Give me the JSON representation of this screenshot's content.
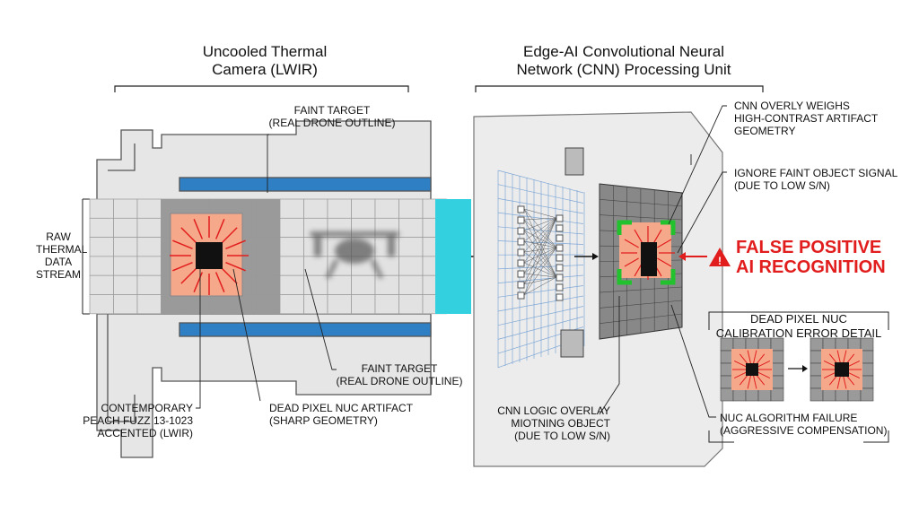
{
  "camera": {
    "title_line1": "Uncooled Thermal",
    "title_line2": "Camera (LWIR)",
    "stream_label": [
      "RAW",
      "THERMAL",
      "DATA",
      "STREAM"
    ],
    "faint_target_top": [
      "FAINT TARGET",
      "(REAL DRONE OUTLINE)"
    ],
    "faint_target_bottom": [
      "FAINT TARGET",
      "(REAL DRONE OUTLINE)"
    ],
    "peach_label": [
      "CONTEMPORARY",
      "PEACH FUZZ 13-1023",
      "ACCENTED (LWIR)"
    ],
    "dead_pixel_label": [
      "DEAD PIXEL NUC ARTIFACT",
      "(SHARP GEOMETRY)"
    ]
  },
  "cnn": {
    "title_line1": "Edge-AI Convolutional Neural",
    "title_line2": "Network (CNN) Processing Unit",
    "overweigh_label": [
      "CNN OVERLY WEIGHS",
      "HIGH-CONTRAST ARTIFACT",
      "GEOMETRY"
    ],
    "ignore_label": [
      "IGNORE FAINT OBJECT SIGNAL",
      "(DUE TO LOW S/N)"
    ],
    "overlay_label": [
      "CNN LOGIC OVERLAY",
      "MIOTNING OBJECT",
      "(DUE TO LOW S/N)"
    ]
  },
  "result": {
    "line1": "FALSE POSITIVE",
    "line2": "AI RECOGNITION",
    "icon": "warning-icon"
  },
  "detail": {
    "title_line1": "DEAD PIXEL NUC",
    "title_line2": "CALIBRATION ERROR DETAIL",
    "failure_label": [
      "NUC ALGORITHM FAILURE",
      "(AGGRESSIVE COMPENSATION)"
    ]
  },
  "colors": {
    "peach": "#f6a98a",
    "red": "#e11d1d",
    "cyan": "#33d1e0",
    "green": "#22c22e",
    "blue": "#2f7fc4"
  }
}
